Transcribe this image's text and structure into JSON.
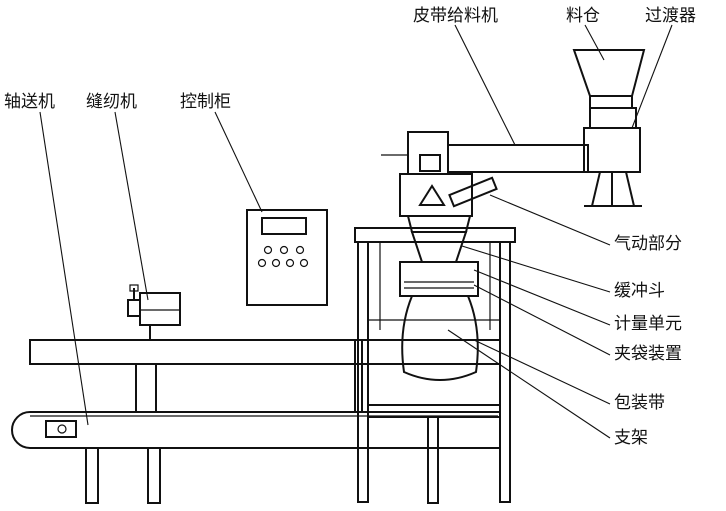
{
  "labels": {
    "conveyor": "轴送机",
    "sewing_machine": "缝纫机",
    "control_cabinet": "控制柜",
    "belt_feeder": "皮带给料机",
    "hopper": "料仓",
    "transition": "过渡器",
    "pneumatic": "气动部分",
    "buffer_hopper": "缓冲斗",
    "weighing_unit": "计量单元",
    "bag_clamp": "夹袋装置",
    "packing_belt": "包装带",
    "support_frame": "支架"
  }
}
